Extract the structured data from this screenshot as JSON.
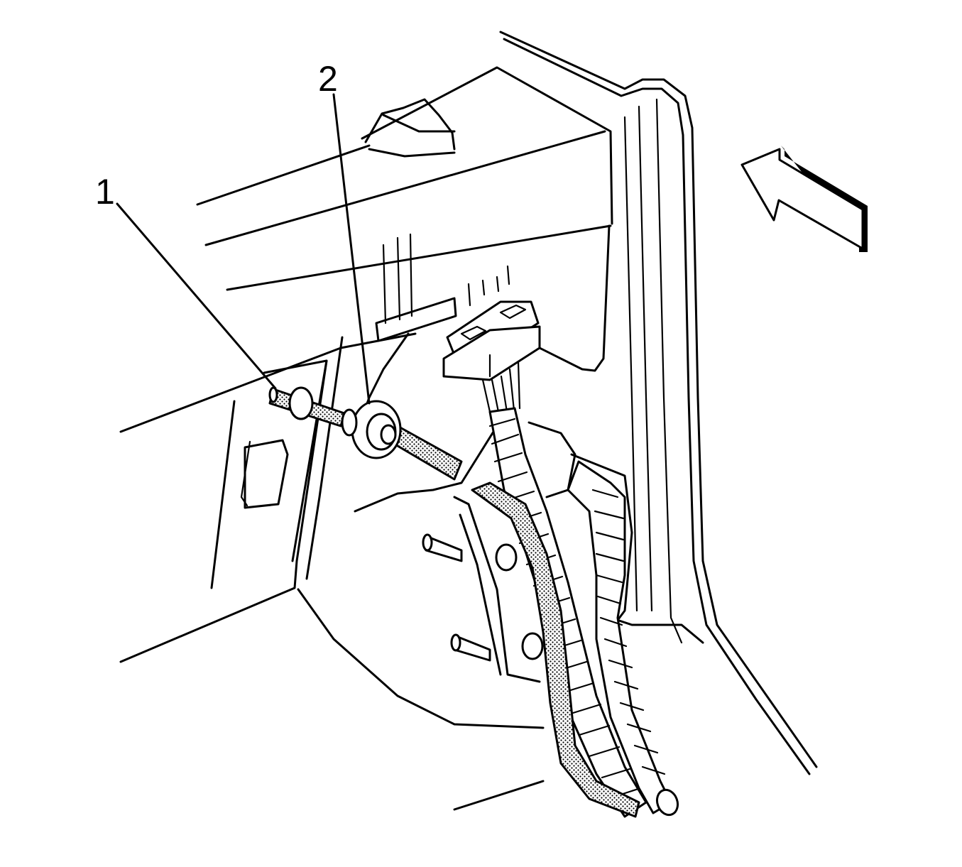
{
  "callouts": [
    {
      "id": "1",
      "label": "1"
    },
    {
      "id": "2",
      "label": "2"
    }
  ],
  "icons": {
    "view_arrow": "view-direction-arrow-icon"
  },
  "colors": {
    "line": "#000000",
    "background": "#ffffff",
    "texture": "#000000"
  }
}
